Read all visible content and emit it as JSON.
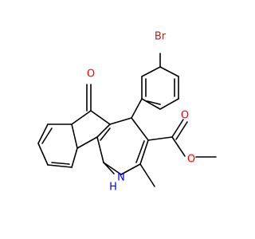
{
  "molecule": {
    "atoms": {
      "br": "Br",
      "ketone_o": "O",
      "ester_carbonyl_o": "O",
      "ester_ether_o": "O",
      "nh": "N",
      "nh_h": "H"
    },
    "colors": {
      "bond": "#000000",
      "bromine": "#a52a2a",
      "oxygen": "#ff0000",
      "nitrogen": "#0000ff"
    }
  }
}
